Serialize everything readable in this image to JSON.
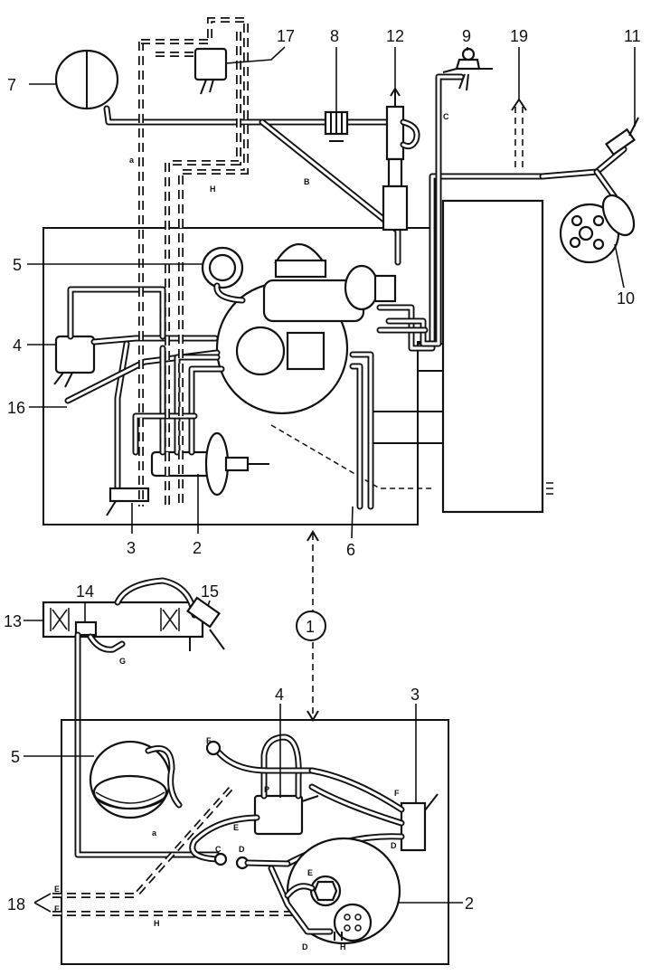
{
  "callouts": {
    "c1": "1",
    "c2": "2",
    "c3": "3",
    "c4": "4",
    "c5": "5",
    "c6": "6",
    "c7": "7",
    "c8": "8",
    "c9": "9",
    "c10": "10",
    "c11": "11",
    "c12": "12",
    "c13": "13",
    "c14": "14",
    "c15": "15",
    "c16": "16",
    "c17": "17",
    "c18": "18",
    "c19": "19"
  },
  "hose_letters": {
    "a": "a",
    "b": "B",
    "c": "C",
    "h": "H",
    "g": "G",
    "f1": "F",
    "f2": "F",
    "e1": "E",
    "e2": "E",
    "c2": "C",
    "d1": "D",
    "d2": "D",
    "d3": "D",
    "h2": "H",
    "e3": "E",
    "e4": "E",
    "p": "P",
    "h3": "H"
  }
}
